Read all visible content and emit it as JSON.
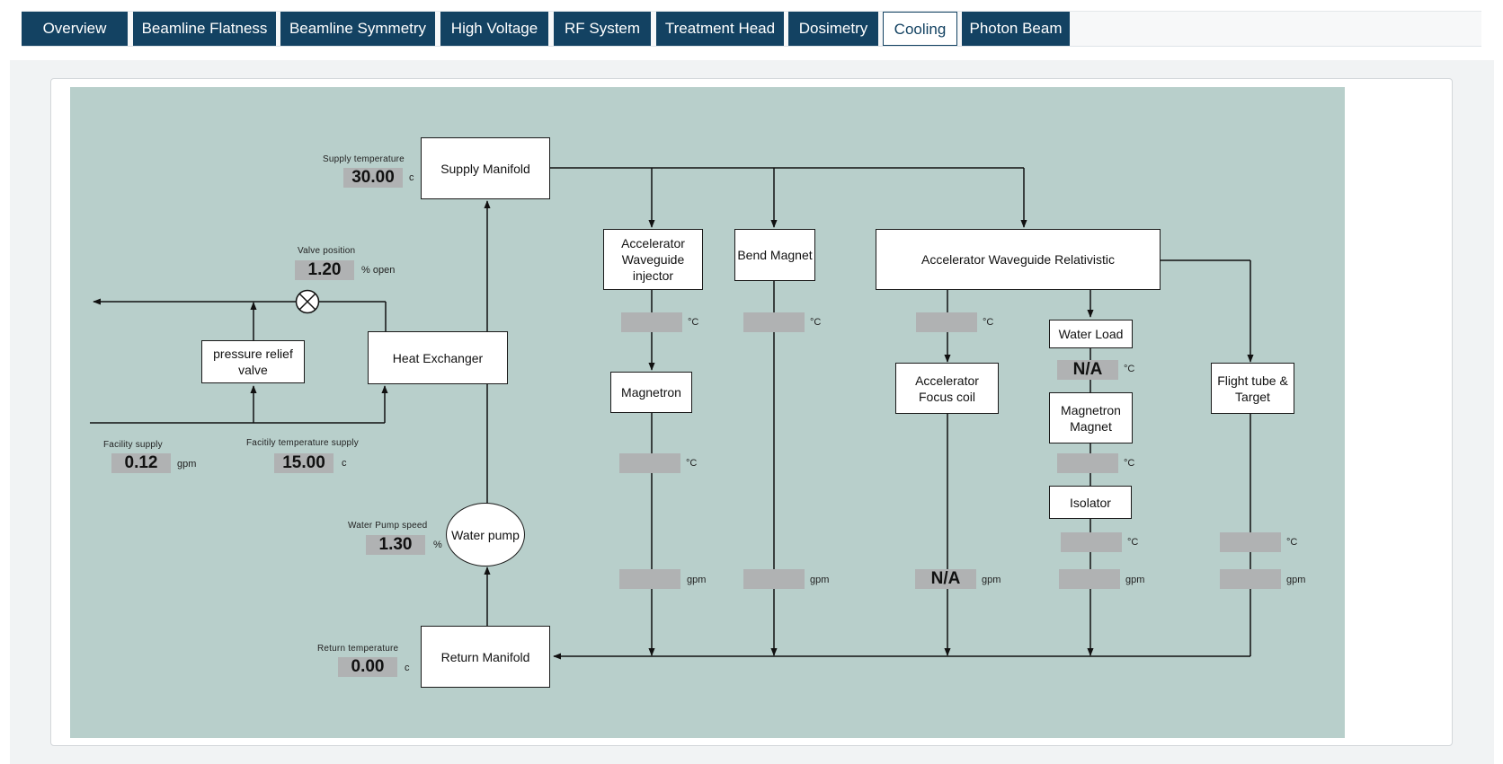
{
  "tabs": [
    {
      "label": "Overview"
    },
    {
      "label": "Beamline Flatness"
    },
    {
      "label": "Beamline Symmetry"
    },
    {
      "label": "High Voltage"
    },
    {
      "label": "RF System"
    },
    {
      "label": "Treatment Head"
    },
    {
      "label": "Dosimetry"
    },
    {
      "label": "Cooling",
      "active": true
    },
    {
      "label": "Photon Beam"
    }
  ],
  "diagram": {
    "boxes": {
      "supply_manifold": "Supply Manifold",
      "return_manifold": "Return Manifold",
      "heat_exchanger": "Heat Exchanger",
      "pressure_relief_valve": "pressure relief\nvalve",
      "water_pump": "Water pump",
      "accel_waveguide_injector": "Accelerator\nWaveguide\ninjector",
      "bend_magnet": "Bend Magnet",
      "accel_waveguide_relativistic": "Accelerator Waveguide Relativistic",
      "magnetron": "Magnetron",
      "accel_focus_coil": "Accelerator\nFocus coil",
      "water_load": "Water Load",
      "magnetron_magnet": "Magnetron\nMagnet",
      "isolator": "Isolator",
      "flight_tube_target": "Flight tube &\nTarget"
    },
    "readouts": {
      "supply_temperature": {
        "label": "Supply temperature",
        "value": "30.00",
        "unit": "c"
      },
      "valve_position": {
        "label": "Valve position",
        "value": "1.20",
        "unit": "% open"
      },
      "facility_supply": {
        "label": "Facility supply",
        "value": "0.12",
        "unit": "gpm"
      },
      "facility_temperature_supply": {
        "label": "Facitily temperature supply",
        "value": "15.00",
        "unit": "c"
      },
      "water_pump_speed": {
        "label": "Water Pump speed",
        "value": "1.30",
        "unit": "%"
      },
      "return_temperature": {
        "label": "Return temperature",
        "value": "0.00",
        "unit": "c"
      }
    },
    "sensors": {
      "injector_temp": {
        "value": "",
        "unit": "°C"
      },
      "magnetron_temp": {
        "value": "",
        "unit": "°C"
      },
      "injector_flow": {
        "value": "",
        "unit": "gpm"
      },
      "bend_temp": {
        "value": "",
        "unit": "°C"
      },
      "bend_flow": {
        "value": "",
        "unit": "gpm"
      },
      "relativistic_temp": {
        "value": "",
        "unit": "°C"
      },
      "focus_flow": {
        "value": "N/A",
        "unit": "gpm"
      },
      "water_load_temp": {
        "value": "N/A",
        "unit": "°C"
      },
      "magnetron_magnet_temp": {
        "value": "",
        "unit": "°C"
      },
      "isolator_temp": {
        "value": "",
        "unit": "°C"
      },
      "isolator_flow": {
        "value": "",
        "unit": "gpm"
      },
      "flight_tube_temp": {
        "value": "",
        "unit": "°C"
      },
      "flight_tube_flow": {
        "value": "",
        "unit": "gpm"
      }
    }
  }
}
